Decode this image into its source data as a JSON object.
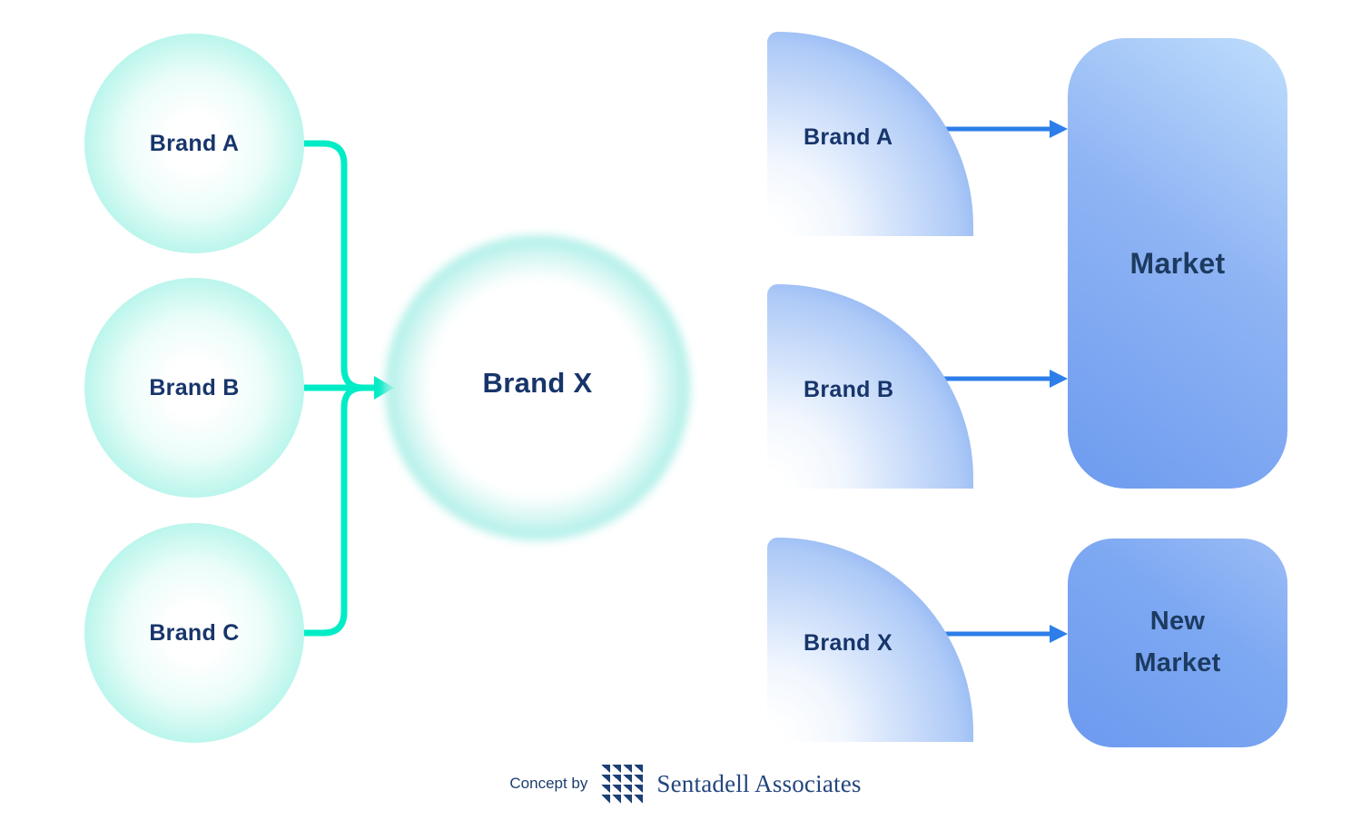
{
  "diagram": {
    "left": {
      "sources": [
        {
          "label": "Brand A"
        },
        {
          "label": "Brand B"
        },
        {
          "label": "Brand C"
        }
      ],
      "merged_brand": {
        "label": "Brand X"
      }
    },
    "right": {
      "brands": [
        {
          "label": "Brand A"
        },
        {
          "label": "Brand B"
        },
        {
          "label": "Brand X"
        }
      ],
      "markets": [
        {
          "label": "Market"
        },
        {
          "label": "New Market"
        }
      ]
    }
  },
  "footer": {
    "prefix": "Concept by",
    "company": "Sentadell Associates"
  },
  "colors": {
    "teal_accent": "#00ecc6",
    "teal_rim": "#63ecd7",
    "ring_glow": "#aeefe7",
    "blue_arrow": "#2d7ee8",
    "blue_dark": "#5088e8",
    "blue_light": "#bfdefc",
    "navy_text": "#17356b",
    "market_text": "#1d3b60",
    "logo_navy": "#1d4076",
    "footer_text": "#1c3e6e"
  }
}
